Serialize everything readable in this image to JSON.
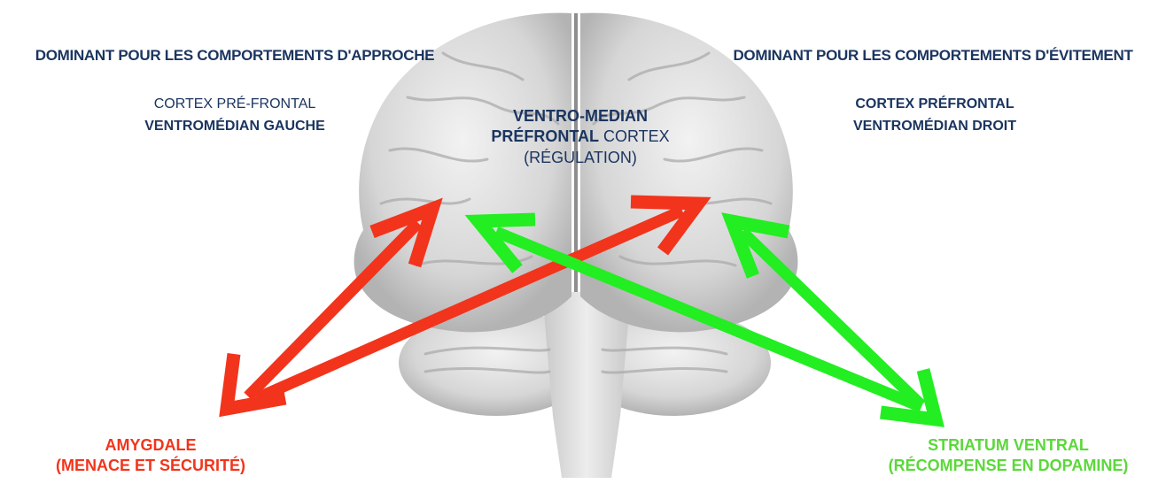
{
  "left_heading": "DOMINANT POUR LES COMPORTEMENTS D'APPROCHE",
  "right_heading": "DOMINANT POUR LES COMPORTEMENTS D'ÉVITEMENT",
  "left_cortex": {
    "line1": "CORTEX PRÉ-FRONTAL",
    "line2": "VENTROMÉDIAN GAUCHE"
  },
  "right_cortex": {
    "line1": "CORTEX PRÉFRONTAL",
    "line2": "VENTROMÉDIAN DROIT"
  },
  "center_cortex": {
    "line1": "VENTRO-MEDIAN",
    "line2a": "PRÉFRONTAL",
    "line2b": " CORTEX",
    "line3": "(RÉGULATION)"
  },
  "amygdala": {
    "line1": "AMYGDALE",
    "line2": "(MENACE ET SÉCURITÉ)"
  },
  "striatum": {
    "line1": "STRIATUM VENTRAL",
    "line2": "(RÉCOMPENSE EN DOPAMINE)"
  },
  "colors": {
    "text_navy": "#1b3560",
    "arrow_red": "#f2341c",
    "arrow_green": "#22ee22",
    "label_green": "#5bd83a",
    "brain": "#d9d9d9"
  }
}
